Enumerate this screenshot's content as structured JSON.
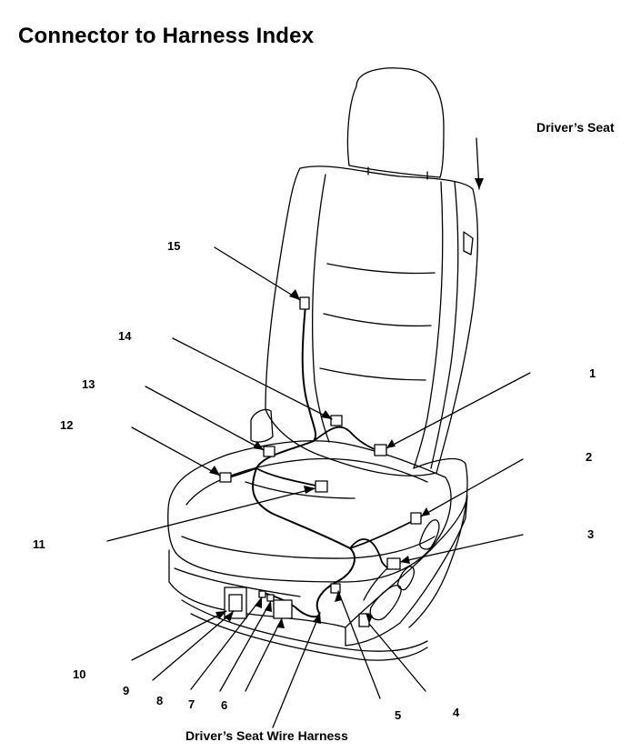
{
  "title": "Connector to Harness Index",
  "labels": {
    "drivers_seat": "Driver’s Seat",
    "harness": "Driver’s Seat Wire Harness"
  },
  "callouts": [
    "1",
    "2",
    "3",
    "4",
    "5",
    "6",
    "7",
    "8",
    "9",
    "10",
    "11",
    "12",
    "13",
    "14",
    "15"
  ]
}
